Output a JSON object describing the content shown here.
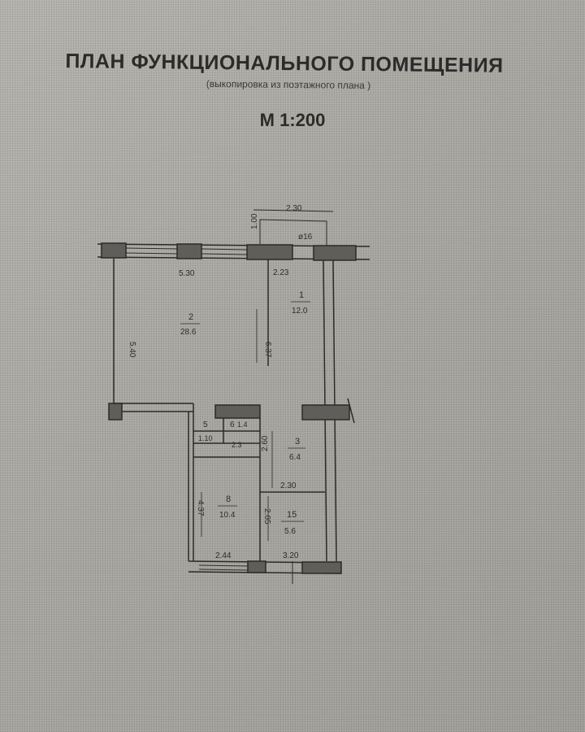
{
  "document": {
    "title": "ПЛАН   ФУНКЦИОНАЛЬНОГО ПОМЕЩЕНИЯ",
    "subtitle": "(выкопировка из поэтажного плана )",
    "scale": "М 1:200"
  },
  "plan": {
    "dimensions": {
      "top_bump_width": "2.30",
      "top_bump_depth": "1.00",
      "room2_width": "5.30",
      "room1_width": "2.23",
      "room2_height": "5.40",
      "room2_inner_height": "6.37",
      "bottom_left_width": "2.44",
      "bottom_right_width": "3.20",
      "room3_height": "2.60",
      "room15_width": "2.30",
      "room8_height": "4.37",
      "room15_height": "2.05",
      "corridor_width": "1.10",
      "corridor_length": "2.3",
      "gas_mark": "ø16"
    },
    "rooms": [
      {
        "number": "1",
        "area": "12.0"
      },
      {
        "number": "2",
        "area": "28.6"
      },
      {
        "number": "3",
        "area": "6.4"
      },
      {
        "number": "5",
        "area": ""
      },
      {
        "number": "6",
        "area": "1.4"
      },
      {
        "number": "8",
        "area": "10.4"
      },
      {
        "number": "15",
        "area": "5.6"
      }
    ]
  }
}
